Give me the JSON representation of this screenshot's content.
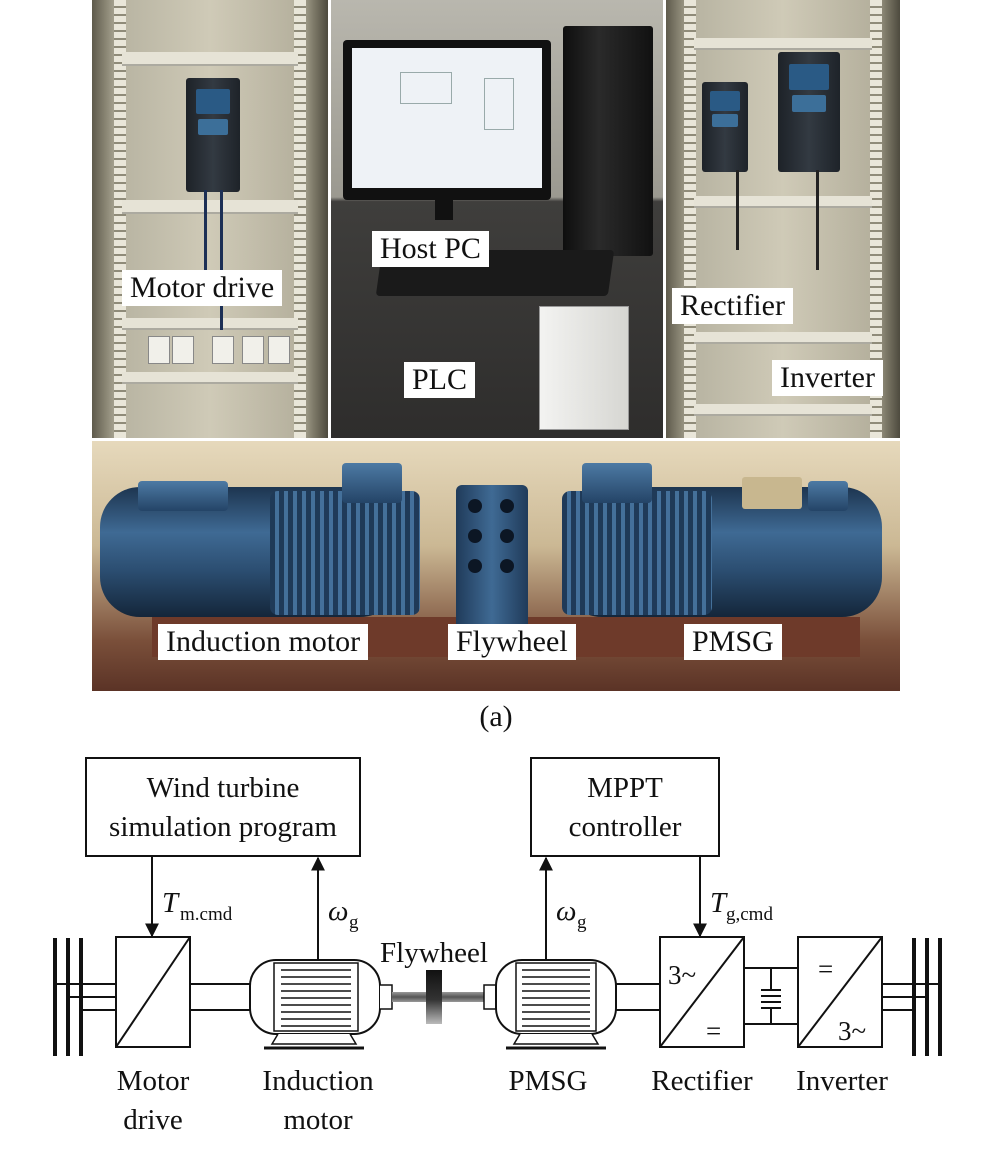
{
  "photo": {
    "labels": {
      "motor_drive": "Motor drive",
      "host_pc": "Host PC",
      "plc": "PLC",
      "rectifier": "Rectifier",
      "inverter": "Inverter",
      "induction_motor": "Induction motor",
      "flywheel": "Flywheel",
      "pmsg": "PMSG"
    },
    "caption": "(a)"
  },
  "diagram": {
    "wind_box": [
      "Wind turbine",
      "simulation program"
    ],
    "mppt_box": [
      "MPPT",
      "controller"
    ],
    "signals": {
      "tm_main": "T",
      "tm_sub": "m.cmd",
      "omega": "ω",
      "omega_sub": "g",
      "tg_main": "T",
      "tg_sub": "g,cmd"
    },
    "flywheel_label": "Flywheel",
    "converter_symbols": {
      "rect_ac": "3~",
      "rect_dc": "=",
      "inv_dc": "=",
      "inv_ac": "3~"
    },
    "bottom_labels": {
      "motor_drive": [
        "Motor",
        "drive"
      ],
      "induction_motor": [
        "Induction",
        "motor"
      ],
      "pmsg": "PMSG",
      "rectifier": "Rectifier",
      "inverter": "Inverter"
    }
  }
}
